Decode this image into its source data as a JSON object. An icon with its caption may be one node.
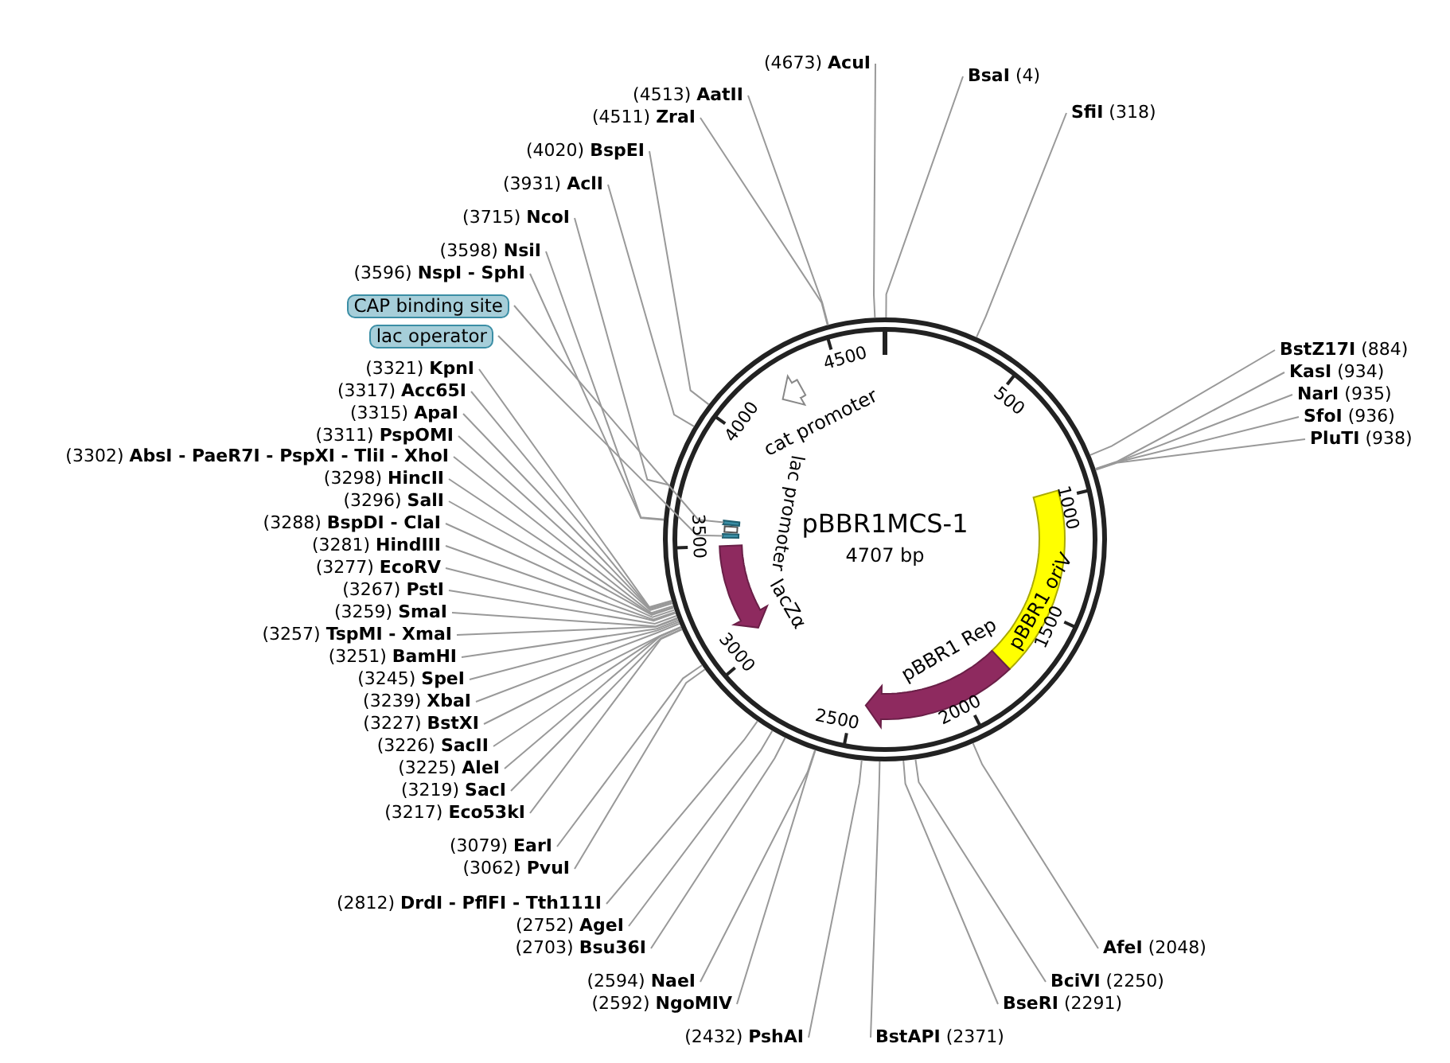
{
  "diagram": {
    "title": "pBBR1MCS-1",
    "nodes": [
      {
        "text": [],
        "shape": "circle"
      },
      {
        "text": [
          "(4673) **AcuI**"
        ]
      },
      {
        "text": [
          "**BsaI** (4)"
        ]
      },
      {
        "text": [
          "(4513) **AatII**"
        ]
      },
      {
        "text": [
          "**SfiI** (318)"
        ]
      },
      {
        "text": [
          "(4511) **ZraI**"
        ]
      },
      {
        "text": [
          "(4020) **BspEI**"
        ]
      },
      {
        "text": [
          "(3931) **AclI**"
        ]
      },
      {
        "text": [
          "(3715) **NcoI**"
        ]
      },
      {
        "text": [
          "(3598) **NsiI**"
        ]
      },
      {
        "text": [
          "(3596) **NspI - SphI**"
        ]
      },
      {
        "text": [
          "CAP binding site"
        ]
      },
      {
        "text": [
          "lac operator"
        ]
      },
      {
        "text": [
          "**BstZ17I** (884)"
        ]
      },
      {
        "text": [
          "**KasI** (934)"
        ]
      },
      {
        "text": [
          "**NarI** (935)"
        ]
      },
      {
        "text": [
          "**SfoI** (936)"
        ]
      },
      {
        "text": [
          "**PluTI** (938)"
        ]
      },
      {
        "text": [
          "(3321) **KpnI**"
        ]
      },
      {
        "text": [
          "(3317) **Acc65I**"
        ]
      },
      {
        "text": [
          "(3315) **ApaI**"
        ]
      },
      {
        "text": [
          "(3311) **PspOMI**"
        ]
      },
      {
        "text": [
          "(3302) **AbsI - PaeR7I - PspXI - TliI - XhoI**"
        ]
      },
      {
        "text": [
          "(3298) **HincII**"
        ]
      },
      {
        "text": [
          "(3296) **SalI**"
        ]
      },
      {
        "text": [
          "(3288) **BspDI - ClaI**"
        ]
      },
      {
        "text": [
          "(3281) **HindIII**"
        ]
      },
      {
        "text": [
          "(3277) **EcoRV**"
        ]
      },
      {
        "text": [
          "(3267) **PstI**"
        ]
      },
      {
        "text": [
          "(3259) **SmaI**"
        ]
      },
      {
        "text": [
          "(3257) **TspMI - XmaI**"
        ]
      },
      {
        "text": [
          "(3251) **BamHI**"
        ]
      },
      {
        "text": [
          "(3245) **SpeI**"
        ]
      },
      {
        "text": [
          "(3239) **XbaI**"
        ]
      },
      {
        "text": [
          "(3227) **BstXI**"
        ]
      },
      {
        "text": [
          "(3226) **SacII**"
        ]
      },
      {
        "text": [
          "(3225) **AleI**"
        ]
      },
      {
        "text": [
          "(3219) **SacI**"
        ]
      },
      {
        "text": [
          "(3217) **Eco53kI**"
        ]
      },
      {
        "text": [
          "(3079) **EarI**"
        ]
      },
      {
        "text": [
          "(3062) **PvuI**"
        ]
      },
      {
        "text": [
          "(2812) **DrdI - PflFI - Tth111I**"
        ]
      },
      {
        "text": [
          "(2752) **AgeI**"
        ]
      },
      {
        "text": [
          "(2703) **Bsu36I**"
        ]
      },
      {
        "text": [
          "**AfeI** (2048)"
        ]
      },
      {
        "text": [
          "(2594) **NaeI**"
        ]
      },
      {
        "text": [
          "**BciVI** (2250)"
        ]
      },
      {
        "text": [
          "(2592) **NgoMIV**"
        ]
      },
      {
        "text": [
          "**BseRI** (2291)"
        ]
      },
      {
        "text": [
          "(2432) **PshAI**"
        ]
      },
      {
        "text": [
          "**BstAPI** (2371)"
        ]
      },
      {
        "text": [
          "cat promoter"
        ],
        "in": 0
      },
      {
        "text": [
          "lac promoter"
        ],
        "in": 0
      },
      {
        "text": [
          "lacZα"
        ],
        "in": 0
      },
      {
        "text": [
          "pBBR1 oriV"
        ],
        "in": 0
      },
      {
        "text": [
          "pBBR1 Rep"
        ],
        "in": 0
      },
      {
        "text": [],
        "shape": "box",
        "in": 0
      },
      {
        "text": [],
        "shape": "box",
        "in": 0
      }
    ],
    "edges": [
      {
        "from": 1,
        "to": 0,
        "arrow": "none"
      },
      {
        "from": 2,
        "to": 0,
        "arrow": "none"
      },
      {
        "from": 3,
        "to": 0,
        "arrow": "none"
      },
      {
        "from": 4,
        "to": 0,
        "arrow": "none"
      },
      {
        "from": 5,
        "to": 0,
        "arrow": "none"
      },
      {
        "from": 6,
        "to": 0,
        "arrow": "none"
      },
      {
        "from": 7,
        "to": 0,
        "arrow": "none"
      },
      {
        "from": 8,
        "to": 0,
        "arrow": "none"
      },
      {
        "from": 9,
        "to": 0,
        "arrow": "none"
      },
      {
        "from": 10,
        "to": 0,
        "arrow": "none"
      },
      {
        "from": 11,
        "to": 56,
        "arrow": "none"
      },
      {
        "from": 12,
        "to": 57,
        "arrow": "none"
      },
      {
        "from": 13,
        "to": 0,
        "arrow": "none"
      },
      {
        "from": 14,
        "to": 0,
        "arrow": "none"
      },
      {
        "from": 15,
        "to": 0,
        "arrow": "none"
      },
      {
        "from": 16,
        "to": 0,
        "arrow": "none"
      },
      {
        "from": 17,
        "to": 0,
        "arrow": "none"
      },
      {
        "from": 18,
        "to": 0,
        "arrow": "none"
      },
      {
        "from": 19,
        "to": 0,
        "arrow": "none"
      },
      {
        "from": 20,
        "to": 0,
        "arrow": "none"
      },
      {
        "from": 21,
        "to": 0,
        "arrow": "none"
      },
      {
        "from": 22,
        "to": 0,
        "arrow": "none"
      },
      {
        "from": 23,
        "to": 0,
        "arrow": "none"
      },
      {
        "from": 24,
        "to": 0,
        "arrow": "none"
      },
      {
        "from": 25,
        "to": 0,
        "arrow": "none"
      },
      {
        "from": 26,
        "to": 0,
        "arrow": "none"
      },
      {
        "from": 27,
        "to": 0,
        "arrow": "none"
      },
      {
        "from": 28,
        "to": 0,
        "arrow": "none"
      },
      {
        "from": 29,
        "to": 0,
        "arrow": "none"
      },
      {
        "from": 30,
        "to": 0,
        "arrow": "none"
      },
      {
        "from": 31,
        "to": 0,
        "arrow": "none"
      },
      {
        "from": 32,
        "to": 0,
        "arrow": "none"
      },
      {
        "from": 33,
        "to": 0,
        "arrow": "none"
      },
      {
        "from": 34,
        "to": 0,
        "arrow": "none"
      },
      {
        "from": 35,
        "to": 0,
        "arrow": "none"
      },
      {
        "from": 36,
        "to": 0,
        "arrow": "none"
      },
      {
        "from": 37,
        "to": 0,
        "arrow": "none"
      },
      {
        "from": 38,
        "to": 0,
        "arrow": "none"
      },
      {
        "from": 39,
        "to": 0,
        "arrow": "none"
      },
      {
        "from": 40,
        "to": 0,
        "arrow": "none"
      },
      {
        "from": 41,
        "to": 0,
        "arrow": "none"
      },
      {
        "from": 42,
        "to": 0,
        "arrow": "none"
      },
      {
        "from": 43,
        "to": 0,
        "arrow": "none"
      },
      {
        "from": 44,
        "to": 0,
        "arrow": "none"
      },
      {
        "from": 45,
        "to": 0,
        "arrow": "none"
      },
      {
        "from": 46,
        "to": 0,
        "arrow": "none"
      },
      {
        "from": 47,
        "to": 0,
        "arrow": "none"
      },
      {
        "from": 48,
        "to": 0,
        "arrow": "none"
      },
      {
        "from": 49,
        "to": 0,
        "arrow": "none"
      },
      {
        "from": 50,
        "to": 0,
        "arrow": "none"
      }
    ],
    "labels": [
      "4707 bp",
      "500",
      "1000",
      "1500",
      "2000",
      "2500",
      "3000",
      "3500",
      "4000",
      "4500"
    ]
  }
}
